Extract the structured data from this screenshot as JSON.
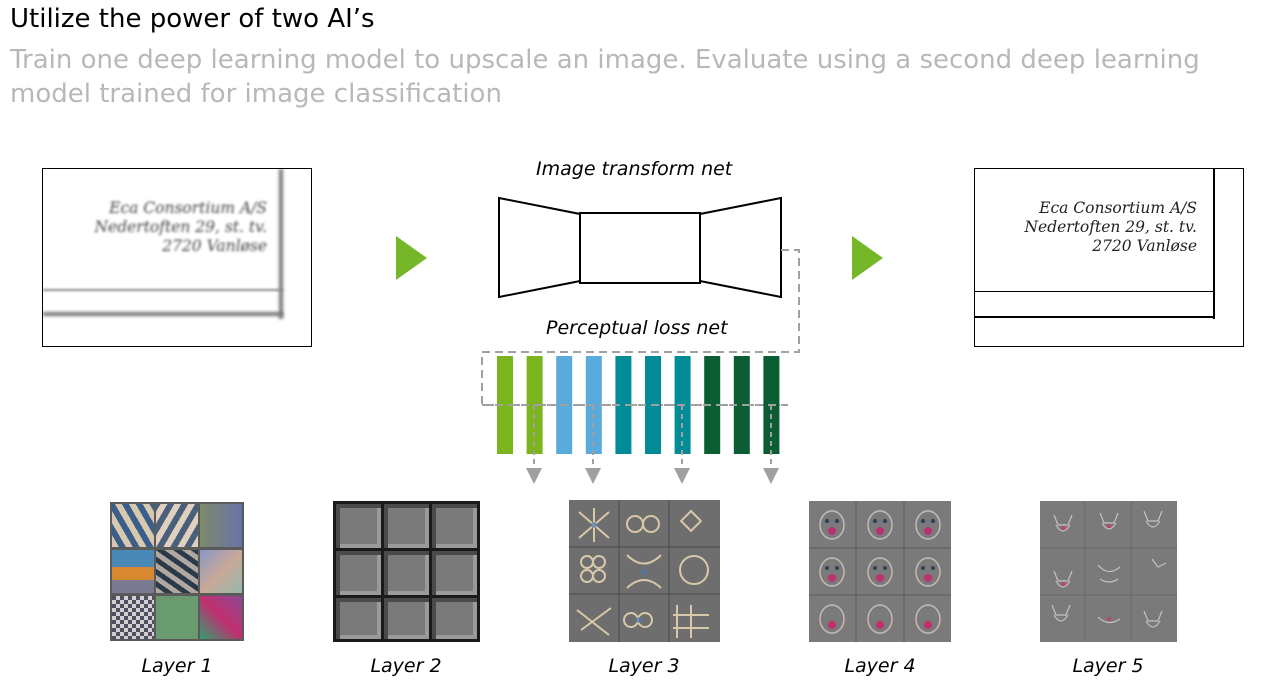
{
  "header": {
    "title": "Utilize the power of two AI’s",
    "subtitle": "Train one deep learning model to upscale an image. Evaluate using a second deep learning model trained for image classification"
  },
  "input_card": {
    "lines": [
      "Eca Consortium A/S",
      "Nedertoften 29, st. tv.",
      "2720 Vanløse"
    ]
  },
  "output_card": {
    "lines": [
      "Eca Consortium A/S",
      "Nedertoften 29, st. tv.",
      "2720 Vanløse"
    ]
  },
  "transform_net": {
    "label": "Image transform net"
  },
  "loss_net": {
    "label": "Perceptual loss net",
    "bar_colors": [
      "#7ab51d",
      "#7ab51d",
      "#5aaadc",
      "#5aaadc",
      "#008b96",
      "#008b96",
      "#008b96",
      "#0b5e34",
      "#0b5e34",
      "#0b5e34"
    ]
  },
  "colors": {
    "accent": "#76b72a",
    "dashed": "#a0a0a0"
  },
  "layers": [
    {
      "caption": "Layer 1"
    },
    {
      "caption": "Layer 2"
    },
    {
      "caption": "Layer 3"
    },
    {
      "caption": "Layer 4"
    },
    {
      "caption": "Layer 5"
    }
  ]
}
